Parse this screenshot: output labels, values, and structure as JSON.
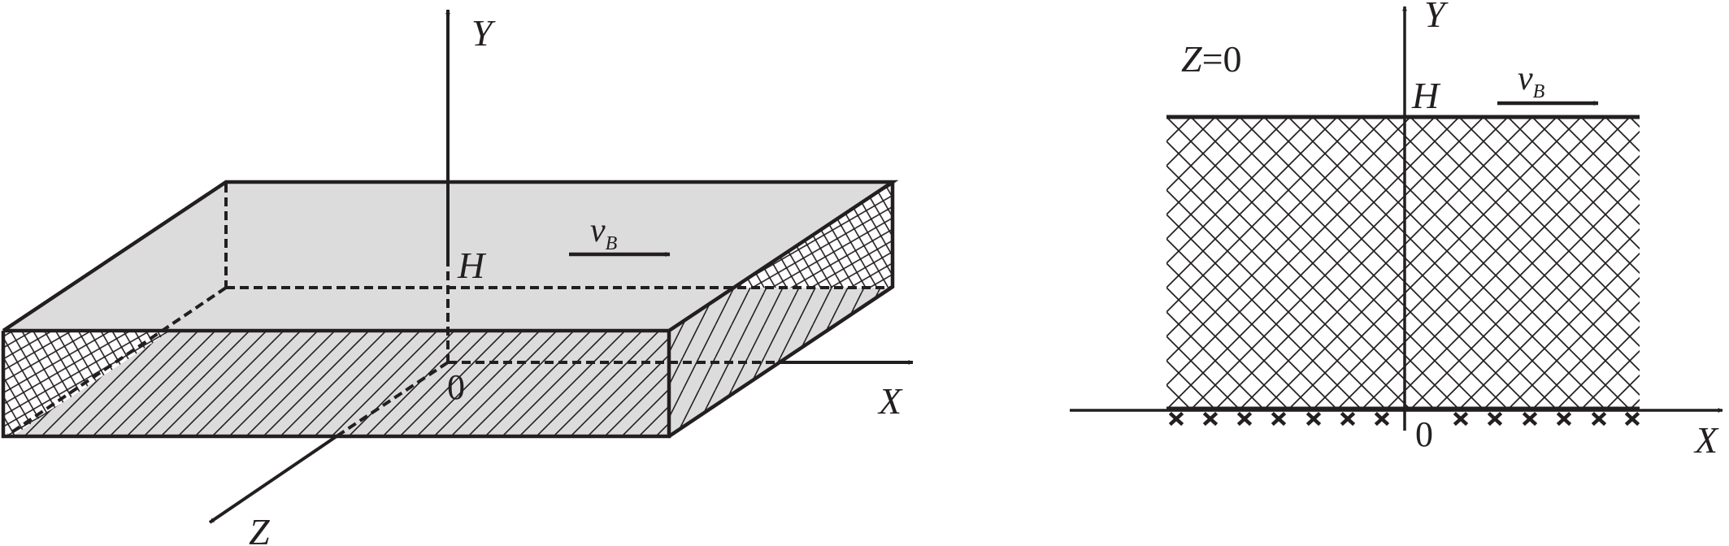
{
  "figure": {
    "colors": {
      "line": "#231f20",
      "face_fill": "#dcdcdc",
      "background": "#ffffff"
    },
    "left_panel": {
      "description": "3D view of rectangular slab with moving boundary",
      "axis_y_label": "Y",
      "axis_x_label": "X",
      "axis_z_label": "Z",
      "height_label": "H",
      "origin_label": "0",
      "velocity_label": "v",
      "velocity_subscript": "B"
    },
    "right_panel": {
      "description": "Cross-section at Z=0",
      "section_label_var": "Z",
      "section_label_eq": "=0",
      "axis_y_label": "Y",
      "axis_x_label": "X",
      "height_label": "H",
      "origin_label": "0",
      "velocity_label": "v",
      "velocity_subscript": "B"
    }
  }
}
